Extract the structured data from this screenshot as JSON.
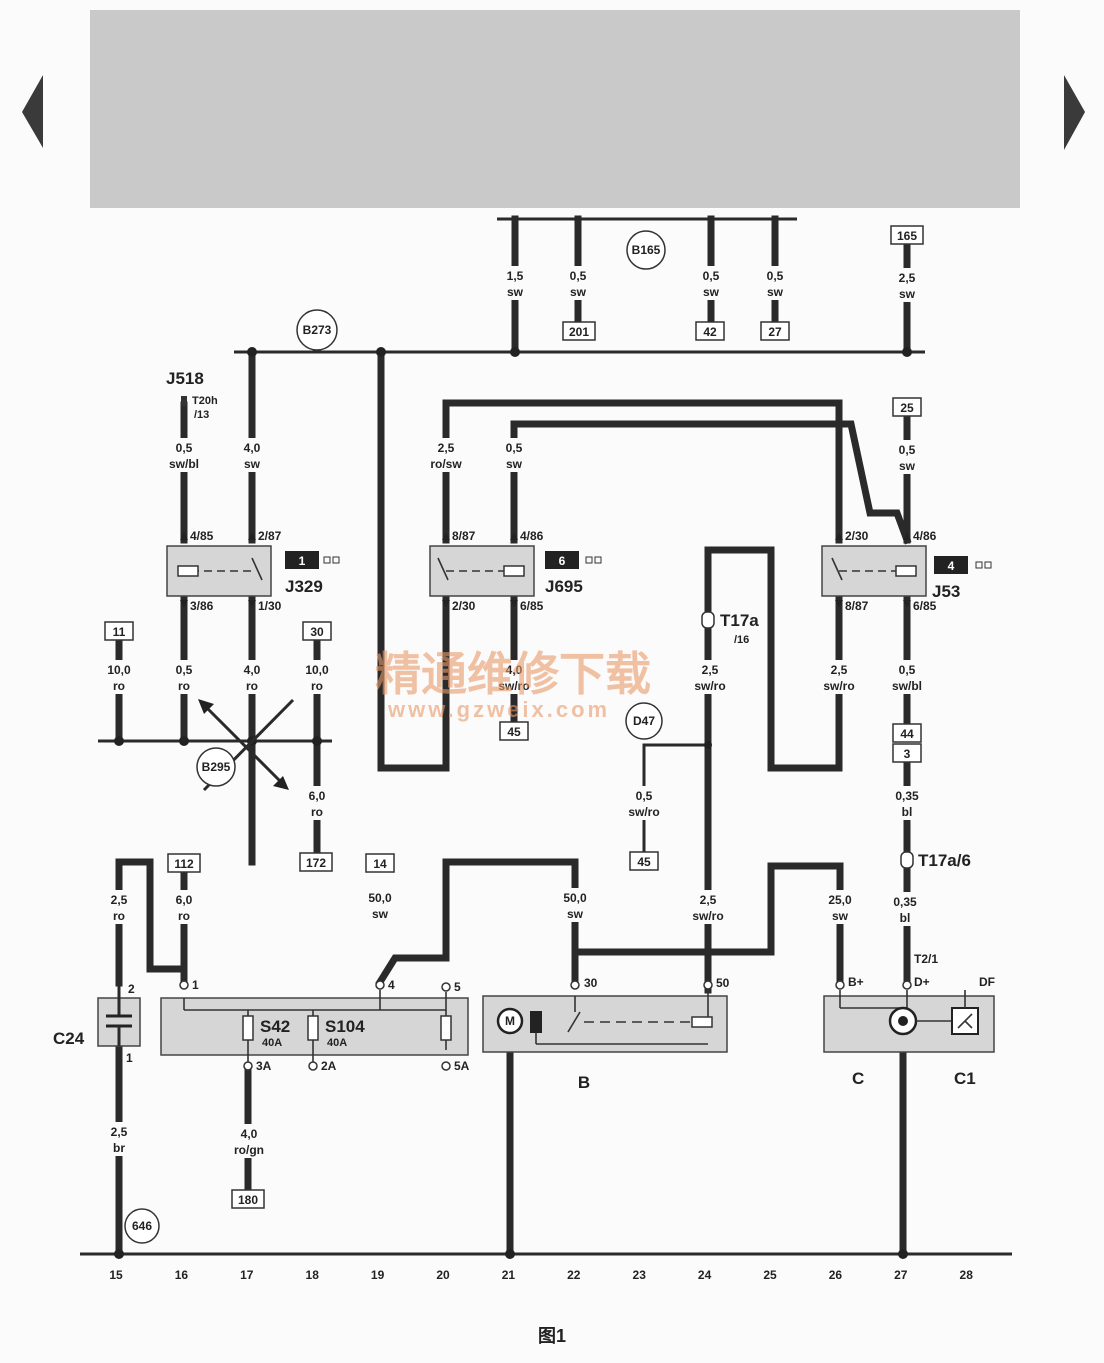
{
  "figure_caption": "图1",
  "watermark": {
    "cn": "精通维修下载",
    "url": "www.gzweix.com"
  },
  "buses": {
    "b165": "B165",
    "b273": "B273",
    "b295": "B295",
    "d47": "D47",
    "g646": "646"
  },
  "refs": {
    "r201": "201",
    "r42": "42",
    "r27": "27",
    "r165": "165",
    "r25": "25",
    "r11": "11",
    "r30": "30",
    "r172": "172",
    "r45a": "45",
    "r45b": "45",
    "r44": "44",
    "r3": "3",
    "r112": "112",
    "r14": "14",
    "r180": "180"
  },
  "relays": {
    "j329": {
      "name": "J329",
      "badge": "1",
      "pin_tl": "4/85",
      "pin_tr": "2/87",
      "pin_bl": "3/86",
      "pin_br": "1/30"
    },
    "j695": {
      "name": "J695",
      "badge": "6",
      "pin_tl": "8/87",
      "pin_tr": "4/86",
      "pin_bl": "2/30",
      "pin_br": "6/85"
    },
    "j53": {
      "name": "J53",
      "badge": "4",
      "pin_tl": "2/30",
      "pin_tr": "4/86",
      "pin_bl": "8/87",
      "pin_br": "6/85"
    }
  },
  "connectors": {
    "j518": "J518",
    "t20h": "T20h",
    "t20h_pin": "/13",
    "t17a_16": "T17a",
    "t17a_16_pin": "/16",
    "t17a_6": "T17a/6"
  },
  "wires": {
    "w_b165_1": [
      "1,5",
      "sw"
    ],
    "w_b165_2": [
      "0,5",
      "sw"
    ],
    "w_b165_3": [
      "0,5",
      "sw"
    ],
    "w_b165_4": [
      "0,5",
      "sw"
    ],
    "w_165": [
      "2,5",
      "sw"
    ],
    "w_j518": [
      "0,5",
      "sw/bl"
    ],
    "w_j329_top": [
      "4,0",
      "sw"
    ],
    "w_j695_a": [
      "2,5",
      "ro/sw"
    ],
    "w_j695_b": [
      "0,5",
      "sw"
    ],
    "w_25": [
      "0,5",
      "sw"
    ],
    "w_11": [
      "10,0",
      "ro"
    ],
    "w_j329_bl": [
      "0,5",
      "ro"
    ],
    "w_j329_br": [
      "4,0",
      "ro"
    ],
    "w_30": [
      "10,0",
      "ro"
    ],
    "w_j695_br": [
      "4,0",
      "sw/ro"
    ],
    "w_t17a": [
      "2,5",
      "sw/ro"
    ],
    "w_j53_bl": [
      "2,5",
      "sw/ro"
    ],
    "w_j53_br": [
      "0,5",
      "sw/bl"
    ],
    "w_172": [
      "6,0",
      "ro"
    ],
    "w_d47": [
      "0,5",
      "sw/ro"
    ],
    "w_3": [
      "0,35",
      "bl"
    ],
    "w_c24_top": [
      "2,5",
      "ro"
    ],
    "w_112": [
      "6,0",
      "ro"
    ],
    "w_14": [
      "50,0",
      "sw"
    ],
    "w_b30": [
      "50,0",
      "sw"
    ],
    "w_b50": [
      "2,5",
      "sw/ro"
    ],
    "w_cbplus": [
      "25,0",
      "sw"
    ],
    "w_cd": [
      "0,35",
      "bl"
    ],
    "w_c24_bot": [
      "2,5",
      "br"
    ],
    "w_3a": [
      "4,0",
      "ro/gn"
    ]
  },
  "fusebox": {
    "s42": "S42",
    "s42_rating": "40A",
    "s104": "S104",
    "s104_rating": "40A",
    "pin1": "1",
    "pin4": "4",
    "pin5": "5",
    "pin3a": "3A",
    "pin2a": "2A",
    "pin5a": "5A"
  },
  "components": {
    "c24": "C24",
    "c24_pin2": "2",
    "c24_pin1": "1",
    "b": "B",
    "b_pin30": "30",
    "b_pin50": "50",
    "b_motor": "M",
    "c": "C",
    "c1": "C1",
    "c_pin_bplus": "B+",
    "c_pin_t21": "T2/1",
    "c_pin_dplus": "D+",
    "c_pin_df": "DF"
  },
  "grid_numbers": [
    "15",
    "16",
    "17",
    "18",
    "19",
    "20",
    "21",
    "22",
    "23",
    "24",
    "25",
    "26",
    "27",
    "28"
  ]
}
